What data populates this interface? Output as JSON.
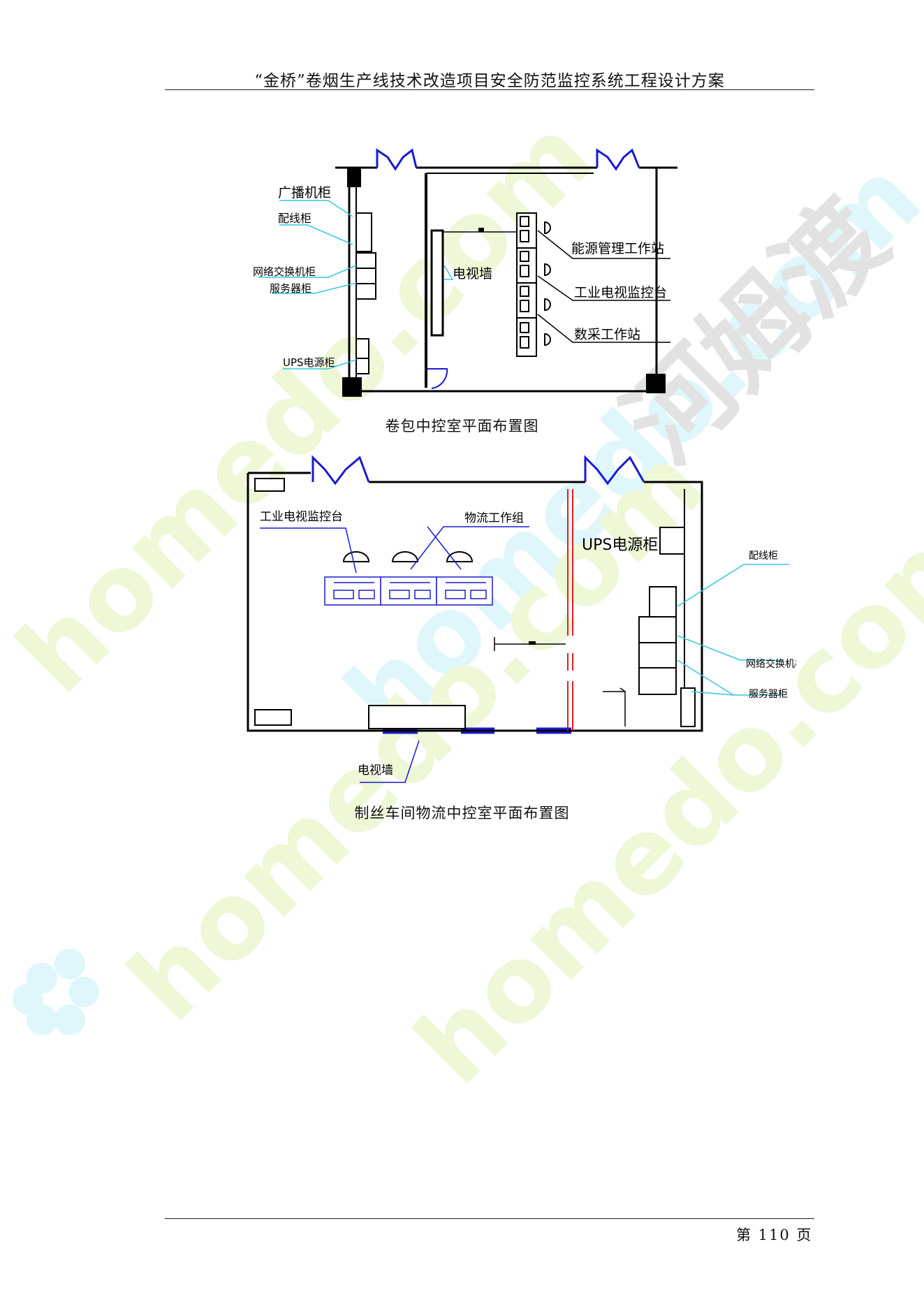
{
  "header": {
    "title": "“金桥”卷烟生产线技术改造项目安全防范监控系统工程设计方案"
  },
  "figure1": {
    "caption": "卷包中控室平面布置图",
    "labels": {
      "broadcast_cabinet": "广播机柜",
      "patch_cabinet": "配线柜",
      "network_switch_cabinet": "网络交换机柜",
      "server_cabinet": "服务器柜",
      "ups_cabinet": "UPS电源柜",
      "tv_wall": "电视墙",
      "energy_station": "能源管理工作站",
      "cctv_console": "工业电视监控台",
      "data_station": "数采工作站"
    }
  },
  "figure2": {
    "caption": "制丝车间物流中控室平面布置图",
    "labels": {
      "cctv_console": "工业电视监控台",
      "logistics_group": "物流工作组",
      "ups_cabinet": "UPS电源柜",
      "patch_cabinet": "配线柜",
      "network_switch_cabinet": "网络交换机柜",
      "server_cabinet": "服务器柜",
      "tv_wall": "电视墙"
    }
  },
  "watermark": {
    "brand_text": "homedo.com",
    "brand_cn": "河姆渡"
  },
  "footer": {
    "page": "第 110 页"
  },
  "colors": {
    "plan_line": "#000000",
    "door": "#1a1ad0",
    "leader": "#35c8de",
    "red_wall": "#e02020",
    "watermark_green": "#eef7d6",
    "watermark_cyan": "#dff6fb",
    "watermark_gray": "#e2e2e2"
  }
}
